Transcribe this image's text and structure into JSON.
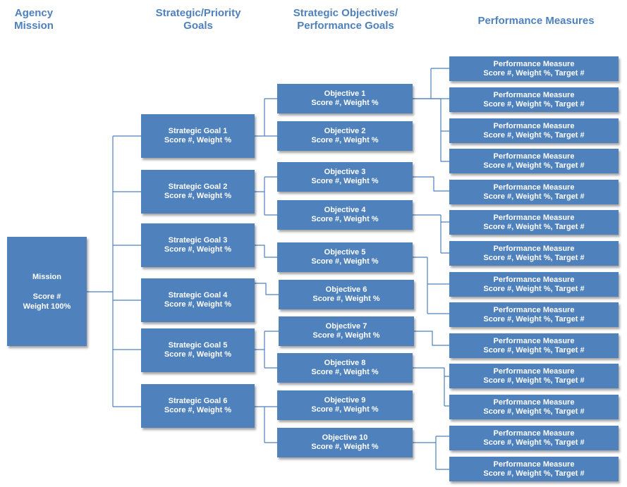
{
  "headers": {
    "mission": "Agency\nMission",
    "goals": "Strategic/Priority\nGoals",
    "objectives": "Strategic Objectives/\nPerformance Goals",
    "measures": "Performance Measures"
  },
  "mission": {
    "title": "Mission",
    "score": "Score #",
    "weight": "Weight 100%"
  },
  "goals": [
    {
      "title": "Strategic Goal 1",
      "sub": "Score #, Weight %"
    },
    {
      "title": "Strategic Goal 2",
      "sub": "Score #, Weight %"
    },
    {
      "title": "Strategic Goal 3",
      "sub": "Score #, Weight %"
    },
    {
      "title": "Strategic Goal 4",
      "sub": "Score #, Weight %"
    },
    {
      "title": "Strategic Goal 5",
      "sub": "Score #, Weight %"
    },
    {
      "title": "Strategic Goal 6",
      "sub": "Score #, Weight %"
    }
  ],
  "objectives": [
    {
      "title": "Objective 1",
      "sub": "Score #, Weight %"
    },
    {
      "title": "Objective 2",
      "sub": "Score #, Weight %"
    },
    {
      "title": "Objective 3",
      "sub": "Score #, Weight %"
    },
    {
      "title": "Objective 4",
      "sub": "Score #, Weight %"
    },
    {
      "title": "Objective 5",
      "sub": "Score #, Weight %"
    },
    {
      "title": "Objective 6",
      "sub": "Score #, Weight %"
    },
    {
      "title": "Objective 7",
      "sub": "Score #, Weight %"
    },
    {
      "title": "Objective 8",
      "sub": "Score #, Weight %"
    },
    {
      "title": "Objective 9",
      "sub": "Score #, Weight %"
    },
    {
      "title": "Objective 10",
      "sub": "Score #, Weight %"
    }
  ],
  "measures": [
    {
      "title": "Performance Measure",
      "sub": "Score #, Weight %, Target #"
    },
    {
      "title": "Performance Measure",
      "sub": "Score #, Weight %, Target #"
    },
    {
      "title": "Performance Measure",
      "sub": "Score #, Weight %, Target #"
    },
    {
      "title": "Performance Measure",
      "sub": "Score #, Weight %, Target #"
    },
    {
      "title": "Performance Measure",
      "sub": "Score #, Weight %, Target #"
    },
    {
      "title": "Performance Measure",
      "sub": "Score #, Weight %, Target #"
    },
    {
      "title": "Performance Measure",
      "sub": "Score #, Weight %, Target #"
    },
    {
      "title": "Performance Measure",
      "sub": "Score #, Weight %, Target #"
    },
    {
      "title": "Performance Measure",
      "sub": "Score #, Weight %, Target #"
    },
    {
      "title": "Performance Measure",
      "sub": "Score #, Weight %, Target #"
    },
    {
      "title": "Performance Measure",
      "sub": "Score #, Weight %, Target #"
    },
    {
      "title": "Performance Measure",
      "sub": "Score #, Weight %, Target #"
    },
    {
      "title": "Performance Measure",
      "sub": "Score #, Weight %, Target #"
    },
    {
      "title": "Performance Measure",
      "sub": "Score #, Weight %, Target #"
    }
  ],
  "colors": {
    "accent": "#4f81bd",
    "text_on_box": "#ffffff"
  }
}
